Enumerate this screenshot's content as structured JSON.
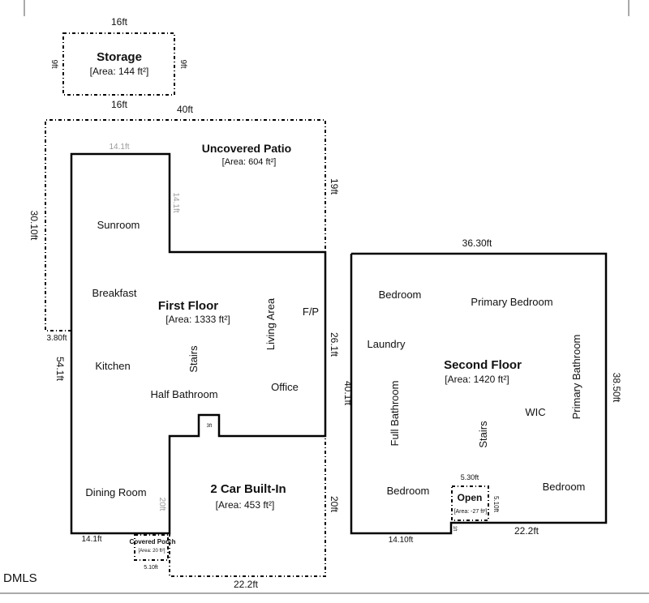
{
  "storage": {
    "name": "Storage",
    "area": "[Area: 144 ft²]",
    "top": "16ft",
    "bottom": "16ft",
    "left": "9ft",
    "right": "9ft"
  },
  "patio": {
    "name": "Uncovered Patio",
    "area": "[Area: 604 ft²]",
    "top": "40ft",
    "left": "30.10ft",
    "inner_top": "14.1ft",
    "inner_side": "14.1ft",
    "right": "19ft",
    "step": "3.80ft"
  },
  "first_floor": {
    "name": "First Floor",
    "area": "[Area: 1333 ft²]",
    "rooms": {
      "sunroom": "Sunroom",
      "breakfast": "Breakfast",
      "kitchen": "Kitchen",
      "half_bath": "Half Bathroom",
      "stairs": "Stairs",
      "living": "Living Area",
      "fp": "F/P",
      "office": "Office",
      "dining": "Dining Room"
    },
    "dims": {
      "left": "54.1ft",
      "right_upper": "26.1ft",
      "right_total": "40.1ft",
      "bottom": "14.1ft",
      "dining_inner": "20ft",
      "notch": "3ft"
    }
  },
  "garage": {
    "name": "2 Car Built-In",
    "area": "[Area: 453 ft²]",
    "bottom": "22.2ft",
    "right": "20ft"
  },
  "porch": {
    "name": "Covered Porch",
    "area": "[Area: 20 ft²]",
    "bottom": "5.10ft"
  },
  "second_floor": {
    "name": "Second Floor",
    "area": "[Area: 1420 ft²]",
    "rooms": {
      "bedroom_tl": "Bedroom",
      "primary_bed": "Primary Bedroom",
      "laundry": "Laundry",
      "primary_bath": "Primary Bathroom",
      "full_bath": "Full Bathroom",
      "wic": "WIC",
      "stairs": "Stairs",
      "bedroom_bl": "Bedroom",
      "bedroom_br": "Bedroom"
    },
    "dims": {
      "top": "36.30ft",
      "right": "38.50ft",
      "bottom_left": "14.10ft",
      "bottom_right": "22.2ft",
      "step": "1ft"
    }
  },
  "open": {
    "name": "Open",
    "area": "[Area: -27 ft²]",
    "top": "5.30ft",
    "right": "5.10ft"
  },
  "watermark": "DMLS"
}
